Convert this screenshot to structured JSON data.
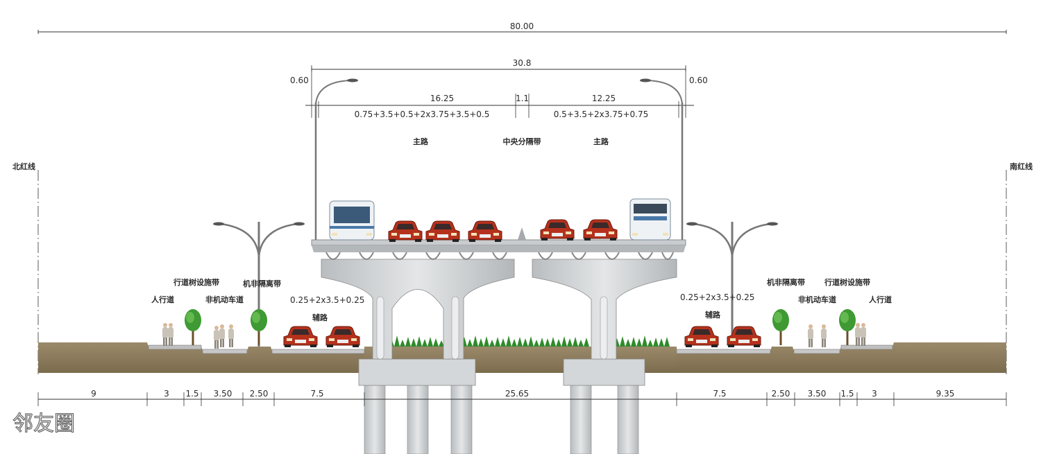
{
  "overall_width": "80.00",
  "deck": {
    "total": "30.8",
    "left_edge": "0.60",
    "right_edge": "0.60",
    "north_width": "16.25",
    "median_width": "1.1",
    "south_width": "12.25",
    "north_formula": "0.75+3.5+0.5+2x3.75+3.5+0.5",
    "south_formula": "0.5+3.5+2x3.75+0.75"
  },
  "labels": {
    "main_road_left": "主路",
    "median": "中央分隔带",
    "main_road_right": "主路",
    "north_red_line": "北红线",
    "south_red_line": "南红线",
    "sidewalk_left": "人行道",
    "tree_strip_left": "行道树设施带",
    "nonmotor_left": "非机动车道",
    "separation_left": "机非隔离带",
    "aux_road_left": "辅路",
    "aux_formula_left": "0.25+2x3.5+0.25",
    "aux_formula_right": "0.25+2x3.5+0.25",
    "aux_road_right": "辅路",
    "separation_right": "机非隔离带",
    "tree_strip_right": "行道树设施带",
    "nonmotor_right": "非机动车道",
    "sidewalk_right": "人行道"
  },
  "bottom_dims": [
    "9",
    "3",
    "1.5",
    "3.50",
    "2.50",
    "7.5",
    "25.65",
    "7.5",
    "2.50",
    "3.50",
    "1.5",
    "3",
    "9.35"
  ],
  "watermark": "邻友圈",
  "colors": {
    "line": "#333333",
    "concrete": "#cfd2d4",
    "soil": "#8a7a5c",
    "car": "#b5311c",
    "green": "#3f9a33"
  }
}
